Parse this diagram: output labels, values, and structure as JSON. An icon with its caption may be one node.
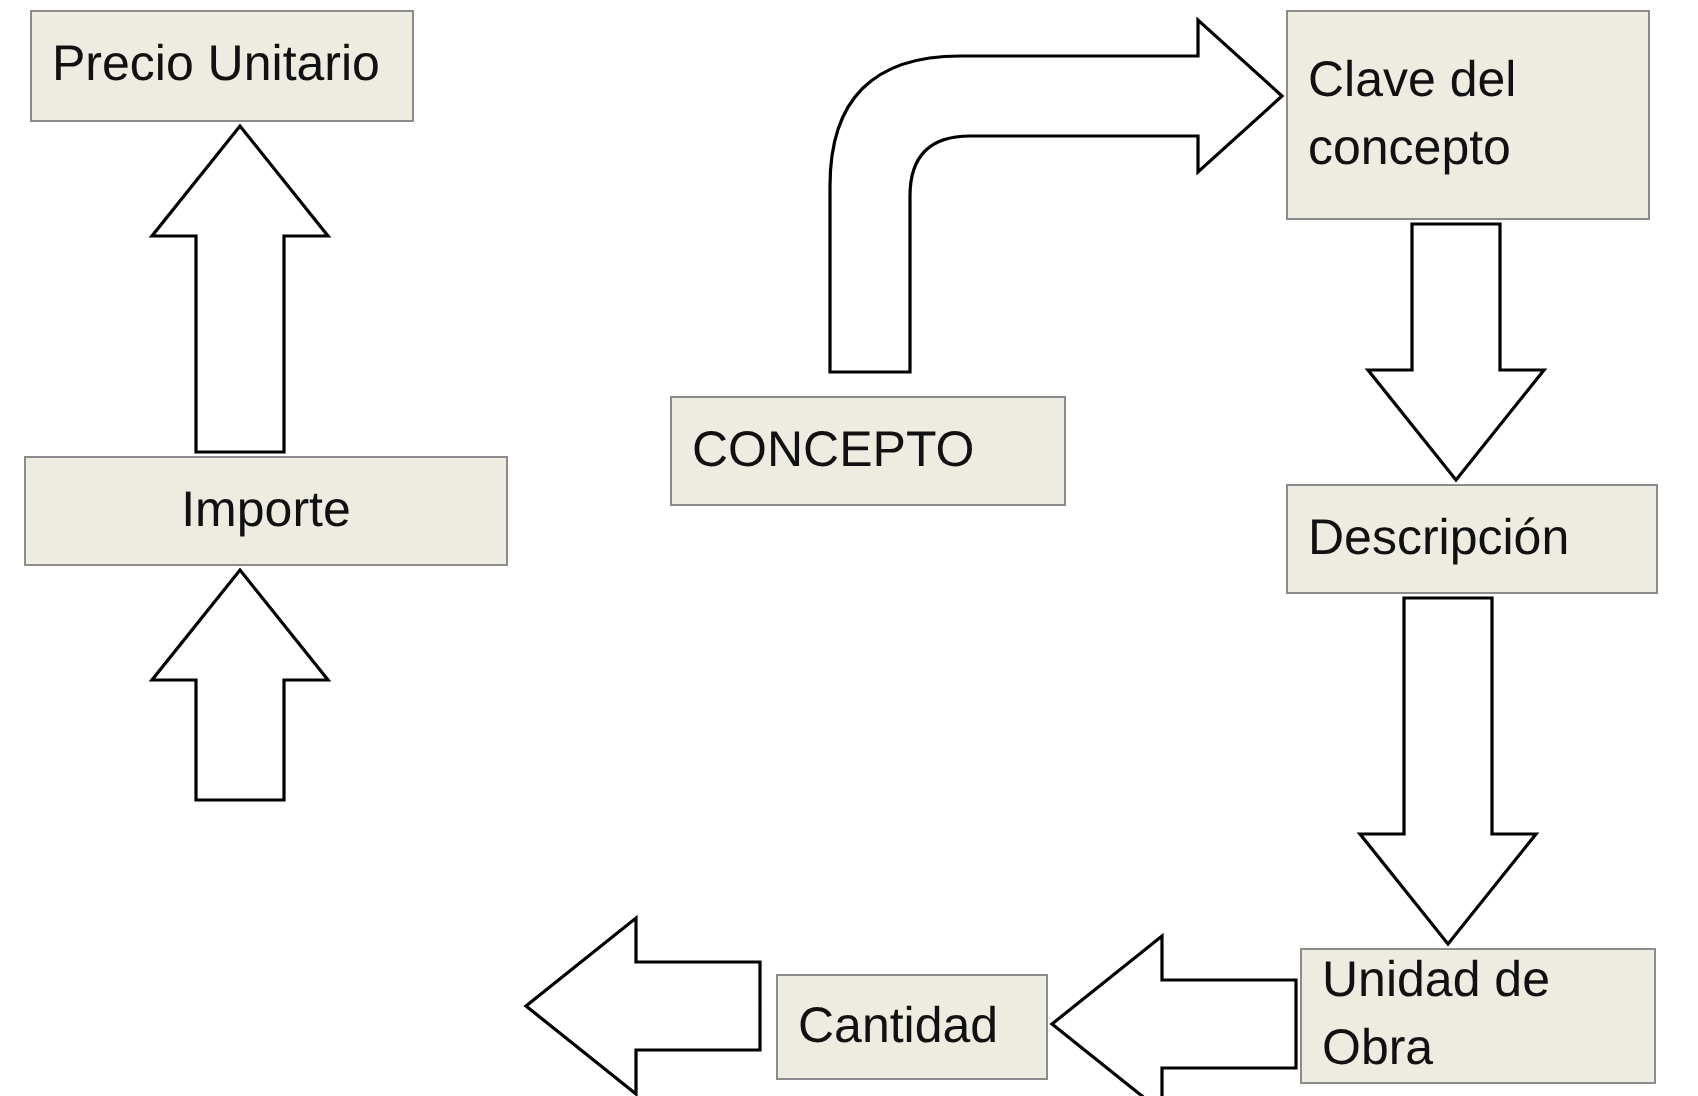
{
  "diagram": {
    "nodes": [
      {
        "text": [
          "Precio Unitario"
        ]
      },
      {
        "text": [
          "Importe"
        ]
      },
      {
        "text": [
          "CONCEPTO"
        ]
      },
      {
        "text": [
          "Clave del concepto"
        ]
      },
      {
        "text": [
          "Descripción"
        ]
      },
      {
        "text": [
          "Unidad de Obra"
        ]
      },
      {
        "text": [
          "Cantidad"
        ]
      }
    ],
    "edges": [
      {
        "from": 2,
        "to": 3,
        "arrow": "to"
      },
      {
        "from": 3,
        "to": 4,
        "arrow": "to"
      },
      {
        "from": 4,
        "to": 5,
        "arrow": "to"
      },
      {
        "from": 5,
        "to": 6,
        "arrow": "to"
      },
      {
        "from": 6,
        "to": null,
        "arrow": "to"
      },
      {
        "from": null,
        "to": 1,
        "arrow": "to"
      },
      {
        "from": 1,
        "to": 0,
        "arrow": "to"
      }
    ]
  }
}
